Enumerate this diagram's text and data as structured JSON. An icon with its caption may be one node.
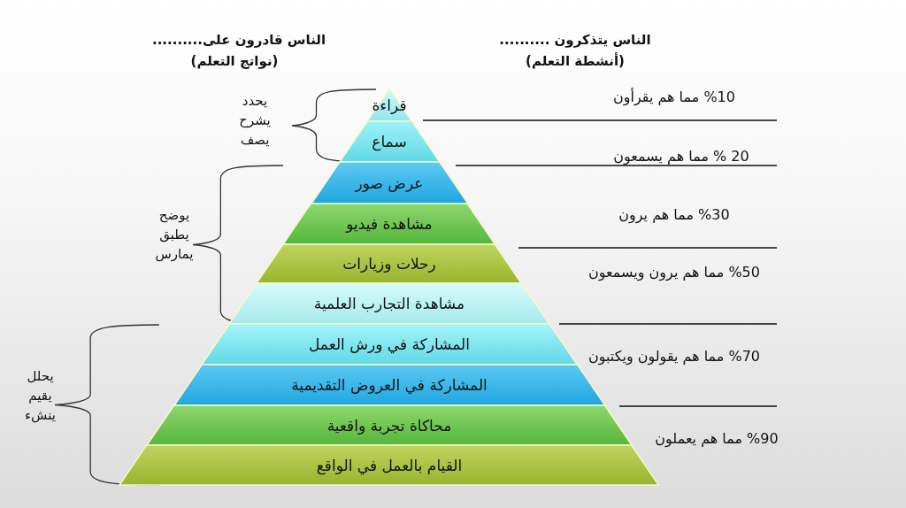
{
  "diagram": {
    "nodes": [
      {
        "text": [
          "قراءة"
        ]
      },
      {
        "text": [
          "سماع"
        ]
      },
      {
        "text": [
          "عرض صور"
        ]
      },
      {
        "text": [
          "مشاهدة فيديو"
        ]
      },
      {
        "text": [
          "رحلات وزيارات"
        ]
      },
      {
        "text": [
          "مشاهدة التجارب العلمية"
        ]
      },
      {
        "text": [
          "المشاركة في ورش العمل"
        ]
      },
      {
        "text": [
          "المشاركة في العروض التقديمية"
        ]
      },
      {
        "text": [
          "محاكاة تجربة واقعية"
        ]
      },
      {
        "text": [
          "القيام بالعمل في الواقع"
        ]
      }
    ],
    "labels": [
      "الناس يتذكرون ..........",
      "(أنشطة التعلم)",
      "الناس قادرون على..........",
      "(نواتج التعلم)",
      "%10 مما هم يقرأون",
      "يحدد يشرح يصف",
      "20 % مما هم يسمعون",
      "%30 مما هم يرون",
      "يوضح يطبق يمارس",
      "%50 مما هم يرون ويسمعون",
      "%70 مما هم يقولون ويكتبون",
      "يحلل يقيم ينشء",
      "%90 مما هم يعملون"
    ]
  }
}
